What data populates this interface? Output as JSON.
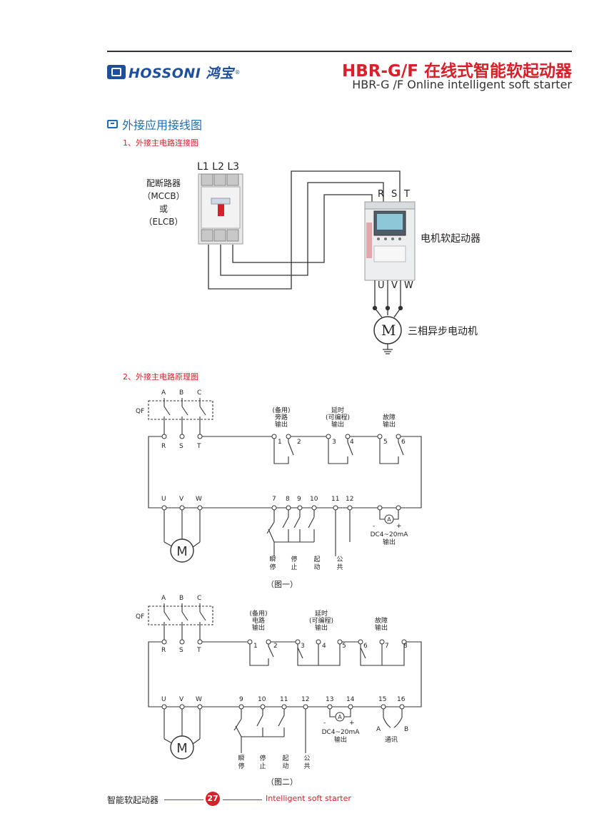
{
  "header": {
    "logo_text": "HOSSONI 鸿宝",
    "logo_reg": "®",
    "title_cn": "HBR-G/F 在线式智能软起动器",
    "title_en": "HBR-G /F Online intelligent soft starter"
  },
  "section": {
    "title": "外接应用接线图",
    "sub1": "1、外接主电路连接图",
    "sub2": "2、外接主电路原理图"
  },
  "fig1": {
    "breaker_label": [
      "配断路器",
      "（MCCB）",
      "或",
      "（ELCB）"
    ],
    "breaker_terminals": "L1 L2 L3",
    "starter_terminals_in": [
      "R",
      "S",
      "T"
    ],
    "starter_terminals_out": [
      "U",
      "V",
      "W"
    ],
    "starter_label": "电机软起动器",
    "motor_symbol": "M",
    "motor_label": "三相异步电动机"
  },
  "fig2": {
    "phases": [
      "A",
      "B",
      "C"
    ],
    "qf": "QF",
    "rst": [
      "R",
      "S",
      "T"
    ],
    "uvw": [
      "U",
      "V",
      "W"
    ],
    "motor": "M",
    "relay_groups": [
      {
        "label": [
          "(备用)",
          "旁路",
          "输出"
        ],
        "nums": [
          "1",
          "2"
        ]
      },
      {
        "label": [
          "延时",
          "(可编程)",
          "输出"
        ],
        "nums": [
          "3",
          "4"
        ]
      },
      {
        "label": [
          "故障",
          "输出"
        ],
        "nums": [
          "5",
          "6"
        ]
      }
    ],
    "input_nums": [
      "7",
      "8",
      "9",
      "10",
      "11",
      "12"
    ],
    "inputs": [
      {
        "label": [
          "瞬",
          "停"
        ]
      },
      {
        "label": [
          "停",
          "止"
        ]
      },
      {
        "label": [
          "起",
          "动"
        ]
      },
      {
        "label": [
          "公",
          "共"
        ]
      }
    ],
    "analog": {
      "minus": "-",
      "plus": "+",
      "meter": "A",
      "label": [
        "DC4~20mA",
        "输出"
      ]
    },
    "caption": "（图一）"
  },
  "fig3": {
    "phases": [
      "A",
      "B",
      "C"
    ],
    "qf": "QF",
    "rst": [
      "R",
      "S",
      "T"
    ],
    "uvw": [
      "U",
      "V",
      "W"
    ],
    "motor": "M",
    "relay_groups": [
      {
        "label": [
          "(备用)",
          "电路",
          "输出"
        ],
        "nums": [
          "1",
          "2"
        ]
      },
      {
        "label": [
          "延时",
          "(可编程)",
          "输出"
        ],
        "nums": [
          "3",
          "4",
          "5"
        ]
      },
      {
        "label": [
          "故障",
          "输出"
        ],
        "nums": [
          "6",
          "7",
          "8"
        ]
      }
    ],
    "input_nums": [
      "9",
      "10",
      "11",
      "12",
      "13",
      "14",
      "15",
      "16"
    ],
    "inputs": [
      {
        "label": [
          "瞬",
          "停"
        ]
      },
      {
        "label": [
          "停",
          "止"
        ]
      },
      {
        "label": [
          "起",
          "动"
        ]
      },
      {
        "label": [
          "公",
          "共"
        ]
      }
    ],
    "analog": {
      "minus": "-",
      "plus": "+",
      "meter": "A",
      "label": [
        "DC4~20mA",
        "输出"
      ]
    },
    "comm": {
      "a": "A",
      "b": "B",
      "label": "通讯"
    },
    "caption": "（图二）"
  },
  "footer": {
    "left": "智能软起动器",
    "page": "27",
    "right": "Intelligent soft starter"
  },
  "colors": {
    "accent_red": "#d7202a",
    "accent_blue": "#1b6db5",
    "logo_blue": "#1e4f9c"
  }
}
